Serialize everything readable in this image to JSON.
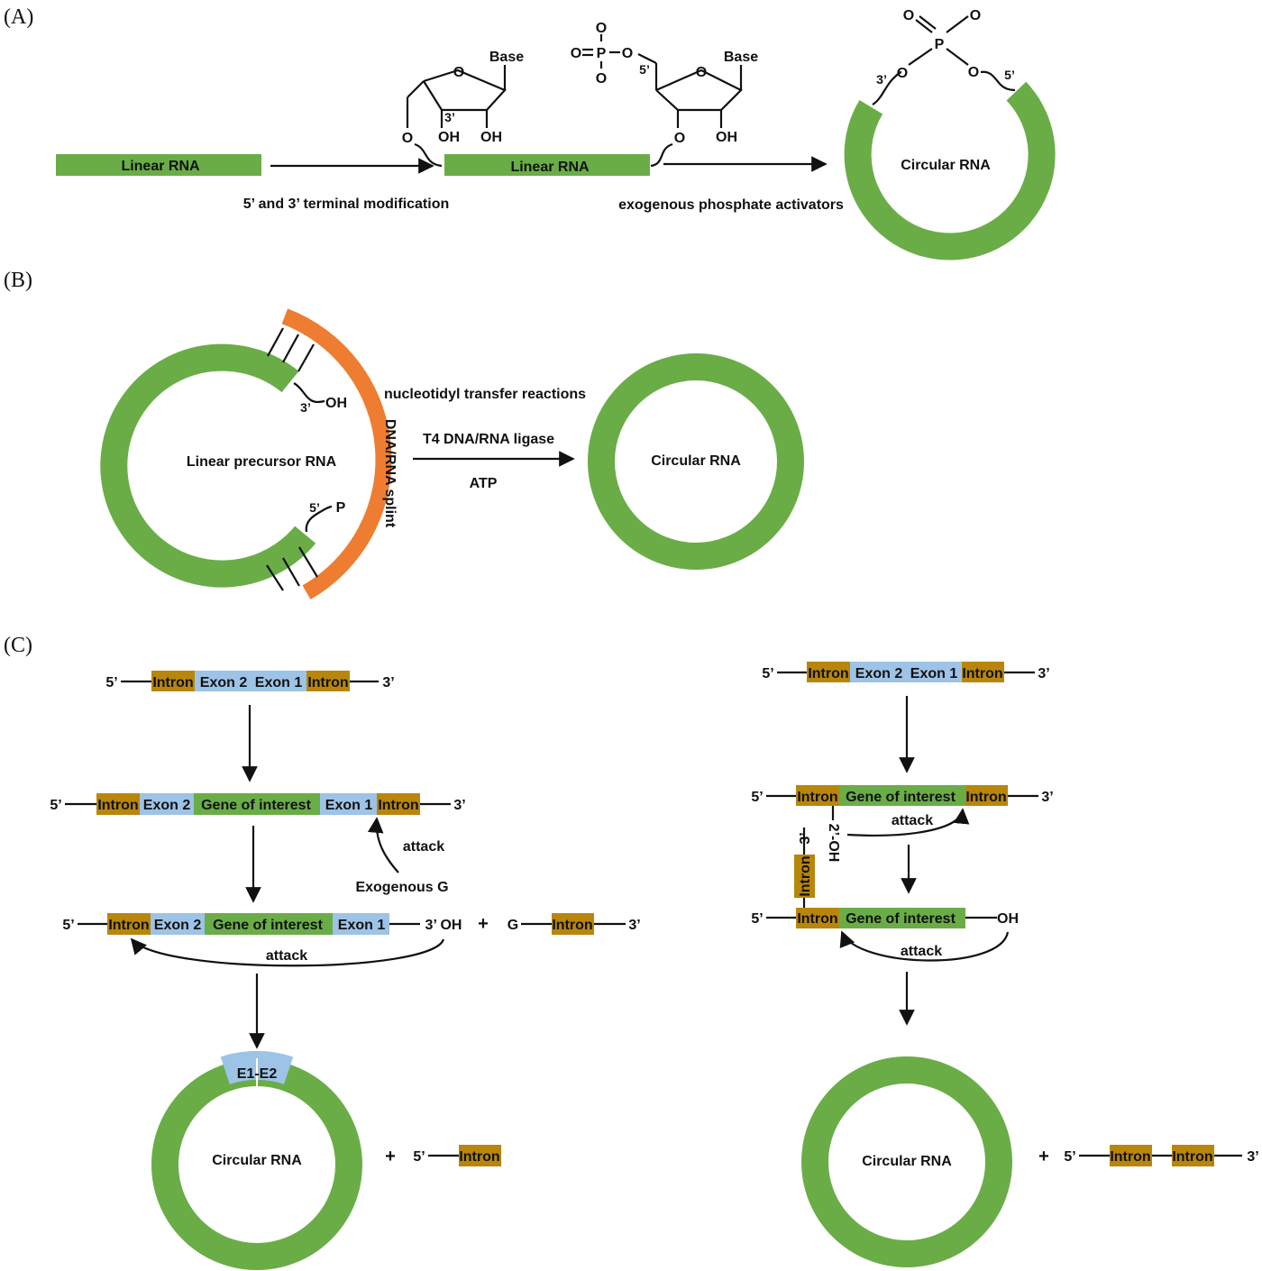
{
  "colors": {
    "rna_green": "#6aad47",
    "splint_orange": "#ee7d31",
    "intron_gold": "#b8860b",
    "exon_blue": "#9dc3e6",
    "line": "#111111"
  },
  "panel_a": {
    "label": "(A)",
    "linear_rna_left": "Linear RNA",
    "linear_rna_mid": "Linear RNA",
    "step1_caption": "5’ and 3’ terminal modification",
    "step2_caption": "exogenous phosphate activators",
    "circular_rna": "Circular RNA",
    "chem": {
      "base": "Base",
      "ring_o": "O",
      "oh": "OH",
      "o": "O",
      "p": "P",
      "three_prime": "3’",
      "five_prime": "5’"
    }
  },
  "panel_b": {
    "label": "(B)",
    "precursor": "Linear precursor RNA",
    "splint": "DNA/RNA splint",
    "three_prime": "3’",
    "oh": "OH",
    "five_prime": "5’",
    "p": "P",
    "reaction_top": "nucleotidyl transfer reactions",
    "enzyme": "T4 DNA/RNA ligase",
    "cofactor": "ATP",
    "circular_rna": "Circular RNA"
  },
  "panel_c": {
    "label": "(C)",
    "five_prime": "5’",
    "three_prime": "3’",
    "intron": "Intron",
    "exon1": "Exon 1",
    "exon2": "Exon 2",
    "gene": "Gene of interest",
    "attack": "attack",
    "exogenous_g": "Exogenous G",
    "three_oh": "3’ OH",
    "plus": "+",
    "g": "G",
    "oh": "OH",
    "two_oh": "2’-OH",
    "junction": "E1-E2",
    "circular_rna": "Circular RNA"
  }
}
